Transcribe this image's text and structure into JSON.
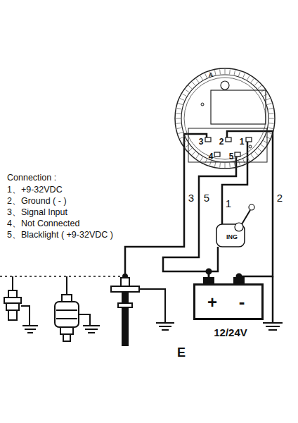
{
  "diagram": {
    "nodes": [
      {
        "text": [
          "A",
          "3",
          "2",
          "1",
          "4",
          "5"
        ]
      },
      {
        "text": [
          "ING"
        ]
      },
      {
        "text": [
          "+",
          "-",
          "12/24V"
        ]
      }
    ],
    "edges": [
      {
        "from": 0,
        "to": 1,
        "arrow": "none",
        "label": "1"
      },
      {
        "from": 1,
        "to": 2,
        "arrow": "none"
      },
      {
        "from": 0,
        "to": 2,
        "arrow": "none",
        "label": "5"
      },
      {
        "from": 0,
        "to": 2,
        "arrow": "none",
        "label": "2"
      }
    ],
    "labels": [
      "3",
      "Connection :",
      "1、+9-32VDC",
      "2、Ground ( - )",
      "3、Signal Input",
      "4、Not Connected",
      "5、Blacklight ( +9-32VDC )",
      "E"
    ]
  }
}
